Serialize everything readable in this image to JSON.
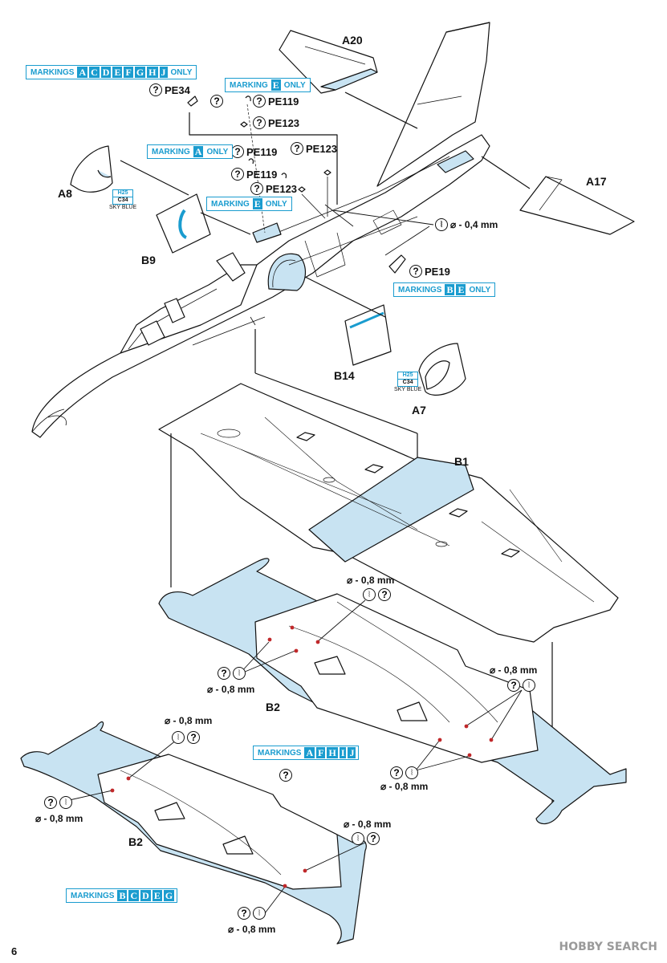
{
  "page_number": "6",
  "colors": {
    "sky_blue": "#c8e3f2",
    "accent": "#1a9ccf",
    "hole": "#c0282a",
    "line": "#111111"
  },
  "parts": {
    "a20": "A20",
    "a17": "A17",
    "a8": "A8",
    "b9": "B9",
    "b14": "B14",
    "a7": "A7",
    "b1": "B1",
    "b2_upper": "B2",
    "b2_lower": "B2"
  },
  "photoetch": {
    "pe34": "PE34",
    "pe119_top": "PE119",
    "pe123_top": "PE123",
    "pe119_mid": "PE119",
    "pe123_mid": "PE123",
    "pe119_low": "PE119",
    "pe123_low": "PE123",
    "pe19": "PE19"
  },
  "dims": {
    "fuselage": "⌀ - 0,4 mm",
    "b2u_top": "⌀ - 0,8 mm",
    "b2u_left": "⌀ - 0,8 mm",
    "b2u_right_top": "⌀ - 0,8 mm",
    "b2u_right_bot": "⌀ - 0,8 mm",
    "b2l_top": "⌀ - 0,8 mm",
    "b2l_left": "⌀ - 0,8 mm",
    "b2l_right": "⌀ - 0,8 mm",
    "b2l_bottom": "⌀ - 0,8 mm"
  },
  "paint_callouts": {
    "a8": {
      "gunze": "H25",
      "mr_color": "C34",
      "name": "SKY BLUE"
    },
    "a7": {
      "gunze": "H25",
      "mr_color": "C34",
      "name": "SKY BLUE"
    }
  },
  "markings": {
    "m1": {
      "word": "MARKINGS",
      "letters": [
        "A",
        "C",
        "D",
        "E",
        "F",
        "G",
        "H",
        "J"
      ],
      "suffix": "ONLY"
    },
    "m2": {
      "word": "MARKING",
      "letters": [
        "E"
      ],
      "suffix": "ONLY"
    },
    "m3": {
      "word": "MARKING",
      "letters": [
        "A"
      ],
      "suffix": "ONLY"
    },
    "m4": {
      "word": "MARKING",
      "letters": [
        "E"
      ],
      "suffix": "ONLY"
    },
    "m5": {
      "word": "MARKINGS",
      "letters": [
        "B",
        "E"
      ],
      "suffix": "ONLY"
    },
    "m6": {
      "word": "MARKINGS",
      "letters": [
        "A",
        "F",
        "H",
        "I",
        "J"
      ],
      "suffix": ""
    },
    "m7": {
      "word": "MARKINGS",
      "letters": [
        "B",
        "C",
        "D",
        "E",
        "G"
      ],
      "suffix": ""
    }
  },
  "symbols": {
    "question": "?",
    "drill": "⦚"
  },
  "watermark": "HOBBY SEARCH"
}
